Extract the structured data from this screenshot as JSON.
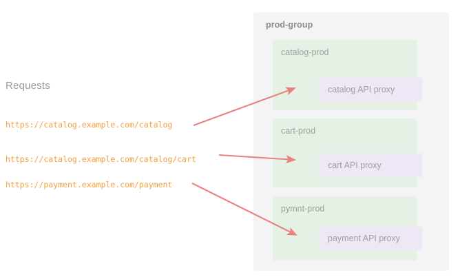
{
  "left_panel": {
    "heading": "Requests",
    "requests": [
      {
        "url": "https://catalog.example.com/catalog"
      },
      {
        "url": "https://catalog.example.com/catalog/cart"
      },
      {
        "url": "https://payment.example.com/payment"
      }
    ]
  },
  "right_panel": {
    "title": "prod-group",
    "subgroups": [
      {
        "title": "catalog-prod",
        "proxy": "catalog API proxy"
      },
      {
        "title": "cart-prod",
        "proxy": "cart API proxy"
      },
      {
        "title": "pymnt-prod",
        "proxy": "payment API proxy"
      }
    ]
  },
  "arrows": [
    {
      "from": "https://catalog.example.com/catalog",
      "to": "catalog API proxy"
    },
    {
      "from": "https://catalog.example.com/catalog/cart",
      "to": "cart API proxy"
    },
    {
      "from": "https://payment.example.com/payment",
      "to": "payment API proxy"
    }
  ],
  "colors": {
    "background": "#ffffff",
    "group_panel": "#f4f4f4",
    "subgroup": "#e4f1e4",
    "proxy_box": "#efe7f5",
    "url_text": "#f5a03c",
    "label_text": "#9e9e9e",
    "heading_text": "#9b9b9b",
    "arrow": "#e8827f"
  }
}
